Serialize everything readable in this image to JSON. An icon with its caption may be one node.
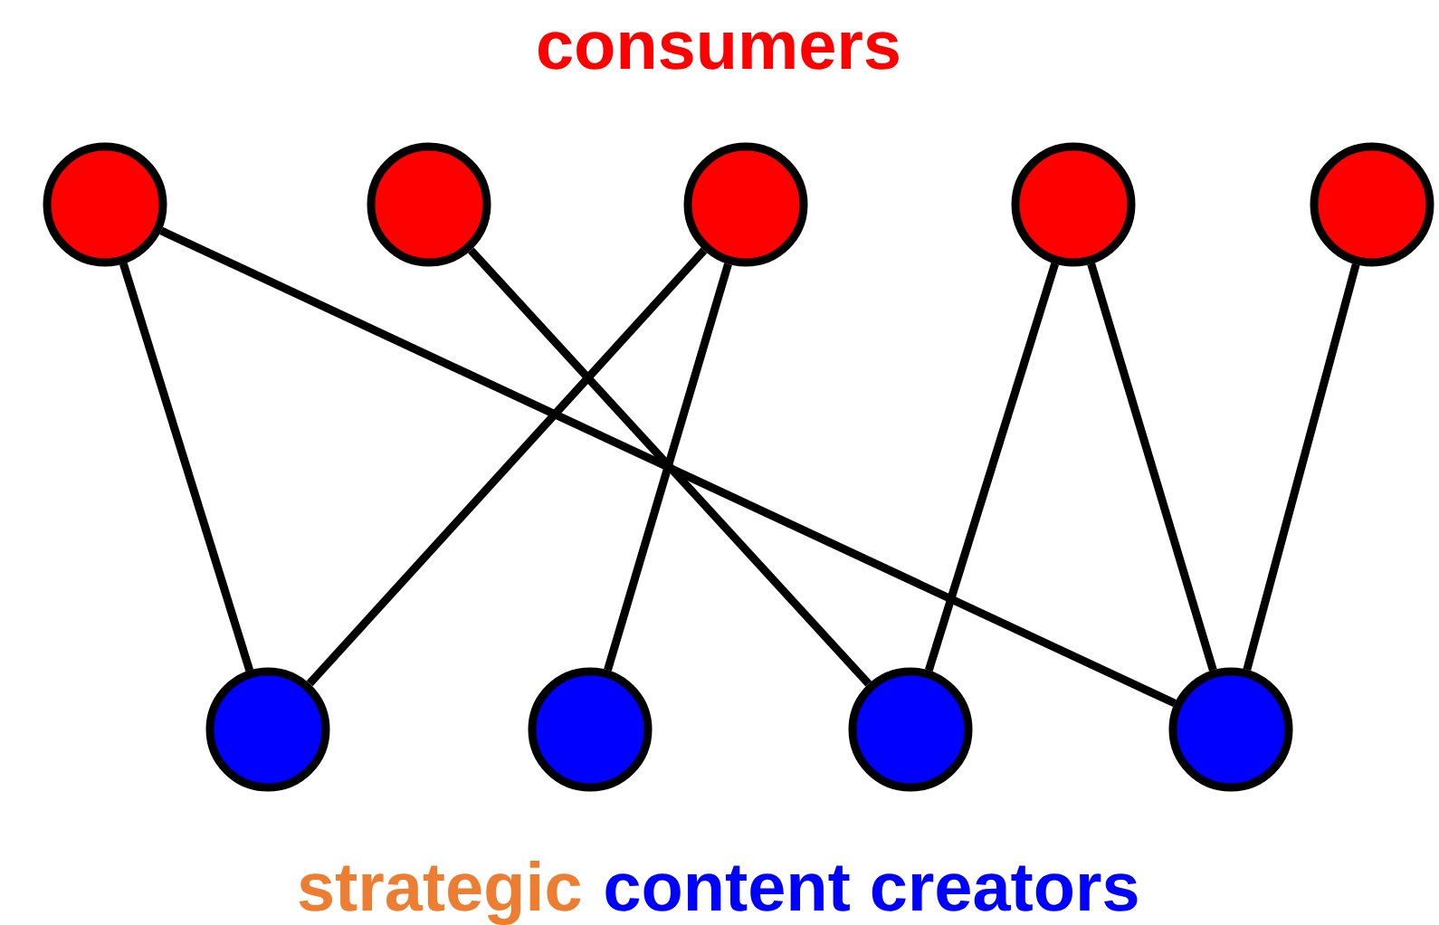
{
  "diagram": {
    "title": "consumers",
    "nodes": [
      {
        "text": [],
        "shape": "circle"
      },
      {
        "text": [],
        "shape": "circle"
      },
      {
        "text": [],
        "shape": "circle"
      },
      {
        "text": [],
        "shape": "circle"
      },
      {
        "text": [],
        "shape": "circle"
      },
      {
        "text": [],
        "shape": "circle"
      },
      {
        "text": [],
        "shape": "circle"
      },
      {
        "text": [],
        "shape": "circle"
      },
      {
        "text": [],
        "shape": "circle"
      }
    ],
    "edges": [
      {
        "from": 0,
        "to": 5,
        "arrow": "none"
      },
      {
        "from": 0,
        "to": 8,
        "arrow": "none"
      },
      {
        "from": 1,
        "to": 7,
        "arrow": "none"
      },
      {
        "from": 2,
        "to": 5,
        "arrow": "none"
      },
      {
        "from": 2,
        "to": 6,
        "arrow": "none"
      },
      {
        "from": 3,
        "to": 7,
        "arrow": "none"
      },
      {
        "from": 3,
        "to": 8,
        "arrow": "none"
      },
      {
        "from": 4,
        "to": 8,
        "arrow": "none"
      }
    ],
    "labels": [
      "strategic",
      "content creators"
    ]
  }
}
